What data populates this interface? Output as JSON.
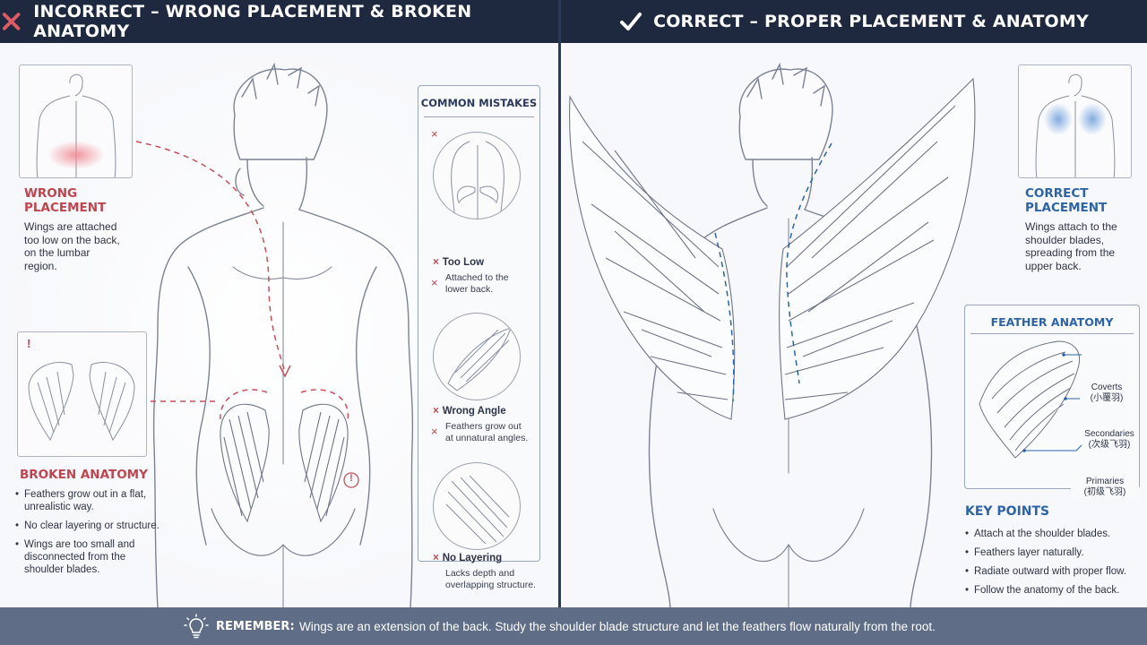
{
  "headers": {
    "left": "INCORRECT – WRONG PLACEMENT & BROKEN ANATOMY",
    "right": "CORRECT – PROPER PLACEMENT & ANATOMY"
  },
  "left": {
    "wrong_placement": {
      "title_lines": [
        "WRONG",
        "PLACEMENT"
      ],
      "body_lines": [
        "Wings are attached",
        "too low on the back,",
        "on the lumbar",
        "region."
      ]
    },
    "broken_anatomy": {
      "title": "BROKEN ANATOMY",
      "items": [
        "Feathers grow out in a flat, unrealistic way.",
        "No clear layering or structure.",
        "Wings are too small and disconnected from the shoulder blades."
      ]
    },
    "small_wings_marker": "!",
    "back_marker": "!",
    "common_mistakes": {
      "title": "COMMON MISTAKES",
      "items": [
        {
          "mark": "×",
          "title": "Too Low",
          "desc_lines": [
            "Attached to the",
            "lower back."
          ]
        },
        {
          "mark": "×",
          "title": "Wrong Angle",
          "desc_lines": [
            "Feathers grow out",
            "at unnatural angles."
          ]
        },
        {
          "mark": "×",
          "title": "No Layering",
          "desc_lines": [
            "Lacks depth and",
            "overlapping structure."
          ]
        }
      ]
    }
  },
  "right": {
    "correct_placement": {
      "title_lines": [
        "CORRECT",
        "PLACEMENT"
      ],
      "body_lines": [
        "Wings attach to the",
        "shoulder blades,",
        "spreading from the",
        "upper back."
      ]
    },
    "feather_anatomy": {
      "title": "FEATHER ANATOMY",
      "labels": [
        {
          "name": "Coverts",
          "sub": "(小覆羽)"
        },
        {
          "name": "Secondaries",
          "sub": "(次级飞羽)"
        },
        {
          "name": "Primaries",
          "sub": "(初级飞羽)"
        }
      ]
    },
    "key_points": {
      "title": "KEY POINTS",
      "items": [
        "Attach at the shoulder blades.",
        "Feathers layer naturally.",
        "Radiate outward with proper flow.",
        "Follow the anatomy of the back."
      ]
    }
  },
  "footer": {
    "label": "REMEMBER:",
    "text": "Wings are an extension of the back. Study the shoulder blade structure and let the feathers flow naturally from the root."
  },
  "colors": {
    "header_bg": "#1e2940",
    "footer_bg": "#5f6d87",
    "wrong_red": "#c2434e",
    "correct_blue": "#2d64a8",
    "sketch_line": "#7b8293"
  },
  "icons": {
    "left_header": "x-mark-icon",
    "right_header": "check-mark-icon",
    "footer": "lightbulb-icon"
  }
}
